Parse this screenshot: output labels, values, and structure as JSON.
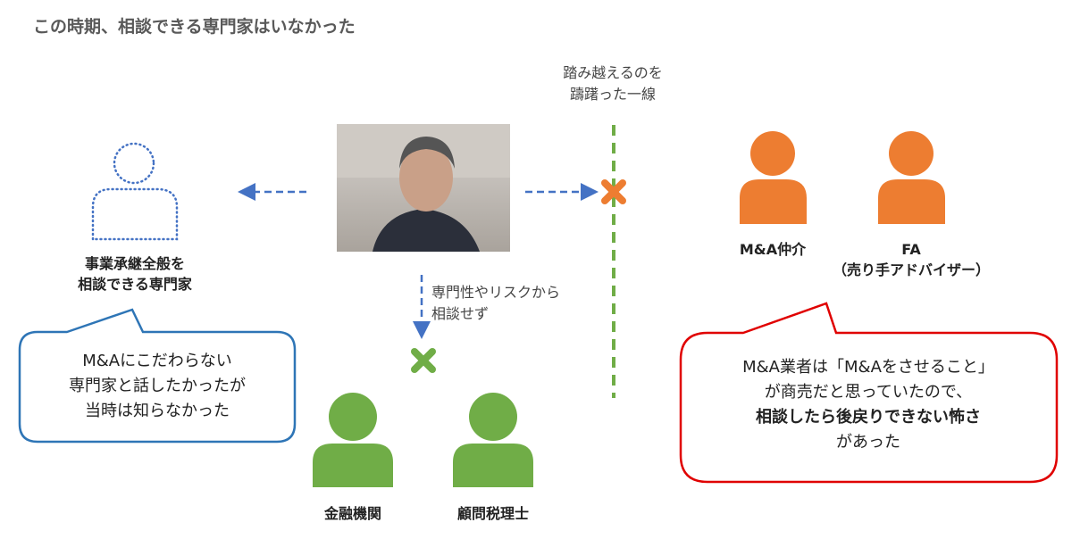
{
  "title": "この時期、相談できる専門家はいなかった",
  "line_label": [
    "踏み越えるのを",
    "躊躇った一線"
  ],
  "left_expert": {
    "label": [
      "事業承継全般を",
      "相談できる専門家"
    ]
  },
  "left_bubble": [
    "M&Aにこだわらない",
    "専門家と話したかったが",
    "当時は知らなかった"
  ],
  "down_note": [
    "専門性やリスクから",
    "相談せず"
  ],
  "bottom_people": [
    "金融機関",
    "顧問税理士"
  ],
  "right_people": [
    {
      "label": "M&A仲介"
    },
    {
      "label": "FA",
      "sub": "（売り手アドバイザー）"
    }
  ],
  "right_bubble": {
    "line1": "M&A業者は「M&Aをさせること」",
    "line2": "が商売だと思っていたので、",
    "line3_bold": "相談したら後戻りできない怖さ",
    "line4": "があった"
  },
  "colors": {
    "blue": "#4472C4",
    "orange": "#ED7D31",
    "green": "#70AD47",
    "bubble_blue": "#2E75B6",
    "bubble_red": "#E00000"
  }
}
